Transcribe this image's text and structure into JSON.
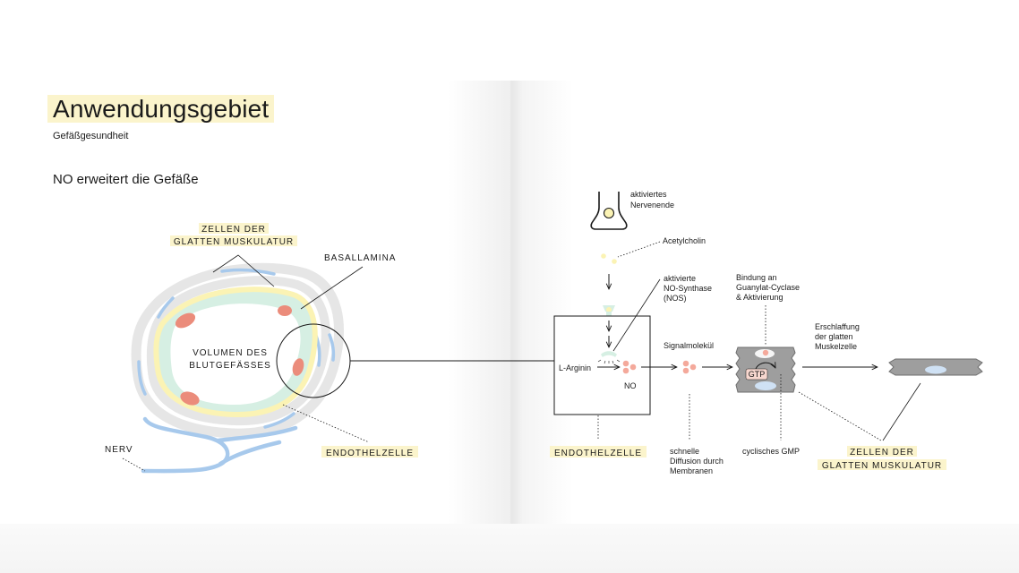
{
  "header": {
    "title": "Anwendungsgebiet",
    "subtitle": "Gefäßgesundheit",
    "heading": "NO erweitert die Gefäße"
  },
  "colors": {
    "highlight": "#fbf4cc",
    "blue": "#a7c9ec",
    "green": "#d6efe3",
    "yellow": "#fbf3b4",
    "gray": "#e6e6e6",
    "red": "#eb8c7b",
    "dark": "#1a1a1a"
  },
  "vessel": {
    "smooth_muscle_label": [
      "ZELLEN DER",
      "GLATTEN MUSKULATUR"
    ],
    "basallamina": "BASALLAMINA",
    "lumen_label": [
      "VOLUMEN DES",
      "BLUTGEFÄSSES"
    ],
    "endothel": "ENDOTHELZELLE",
    "nerve": "NERV"
  },
  "pathway": {
    "nerve_ending": [
      "aktiviertes",
      "Nervenende"
    ],
    "acetylcholin": "Acetylcholin",
    "nos": [
      "aktivierte",
      "NO-Synthase",
      "(NOS)"
    ],
    "l_arginin": "L-Arginin",
    "no": "NO",
    "signal": "Signalmolekül",
    "diffusion": [
      "schnelle",
      "Diffusion durch",
      "Membranen"
    ],
    "bindung": [
      "Bindung an",
      "Guanylat-Cyclase",
      "& Aktivierung"
    ],
    "gtp": "GTP",
    "cgmp": "cyclisches GMP",
    "erschlaffung": [
      "Erschlaffung",
      "der glatten",
      "Muskelzelle"
    ],
    "endothel": "ENDOTHELZELLE",
    "smooth_muscle": [
      "ZELLEN DER",
      "GLATTEN MUSKULATUR"
    ]
  }
}
